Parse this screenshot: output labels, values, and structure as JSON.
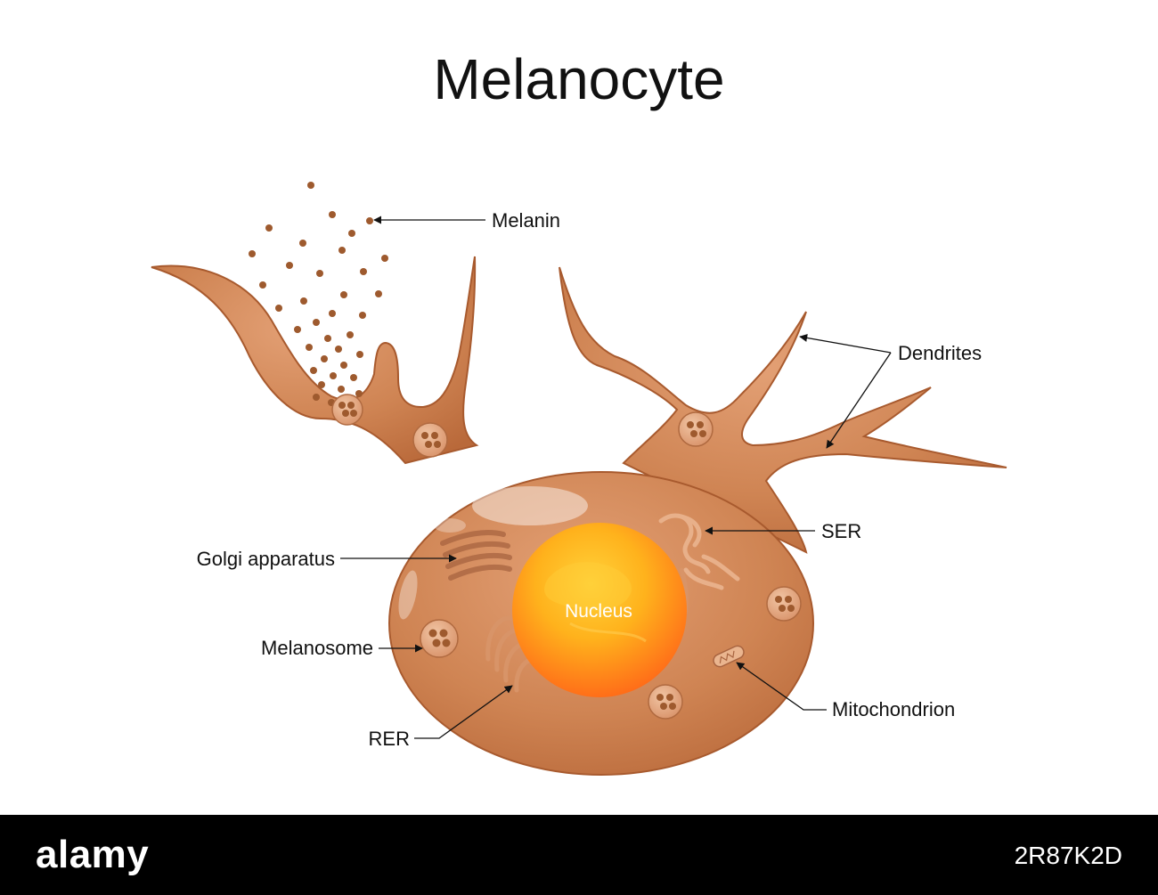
{
  "title": "Melanocyte",
  "labels": {
    "melanin": "Melanin",
    "dendrites": "Dendrites",
    "golgi": "Golgi apparatus",
    "ser": "SER",
    "melanosome": "Melanosome",
    "nucleus": "Nucleus",
    "mitochondrion": "Mitochondrion",
    "rer": "RER"
  },
  "footer": {
    "logo": "alamy",
    "image_id": "2R87K2D"
  },
  "colors": {
    "cell_body": "#cc8150",
    "cell_outline": "#a85a2e",
    "melanin": "#9e5a2e",
    "nucleus_core": "#ffb71e",
    "nucleus_edge": "#ff6a1a",
    "footer": "#000000"
  }
}
